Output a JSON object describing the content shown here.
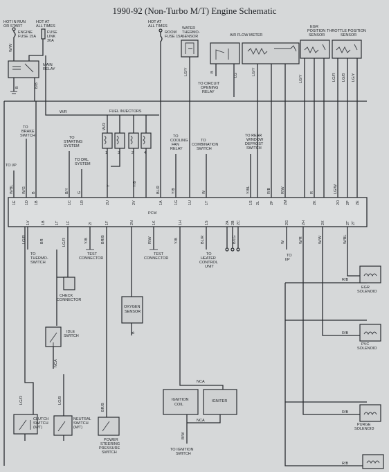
{
  "title": "1990-92  (Non-Turbo M/T) Engine Schematic",
  "top_labels": {
    "hot_run_start": [
      "HOT IN RUN",
      "OR START"
    ],
    "engine_fuse": [
      "ENGINE",
      "FUSE 15A"
    ],
    "hot_all_times_1": [
      "HOT AT",
      "ALL TIMES"
    ],
    "fuse_link": [
      "FUSE",
      "LINK",
      "30A"
    ],
    "hot_all_times_2": [
      "HOT AT",
      "ALL TIMES"
    ],
    "room_fuse": [
      "ROOM",
      "FUSE 15A"
    ],
    "water_thermo": [
      "WATER",
      "THERMO-",
      "SENSOR"
    ],
    "air_flow_meter": "AIR FLOW METER",
    "egr_position": [
      "EGR",
      "POSITION",
      "SENSOR"
    ],
    "throttle_position": [
      "THROTTLE POSITION",
      "SENSOR"
    ],
    "main_relay": [
      "MAIN",
      "RELAY"
    ],
    "to_circuit_opening": [
      "TO CIRCUIT",
      "OPENING",
      "RELAY"
    ],
    "fuel_injectors": "FUEL INJECTORS",
    "inj_nums": [
      "1",
      "3",
      "2",
      "4"
    ]
  },
  "mid_labels": {
    "to_brake": [
      "TO",
      "BRAKE",
      "SWITCH"
    ],
    "to_starting": [
      "TO",
      "STARTING",
      "SYSTEM"
    ],
    "to_drl": [
      "TO DRL",
      "SYSTEM"
    ],
    "to_ip_left": "TO I/P",
    "to_cooling": [
      "TO",
      "COOLING",
      "FAN",
      "RELAY"
    ],
    "to_combination": [
      "TO",
      "COMBINATION",
      "SWITCH"
    ],
    "to_rear": [
      "TO REAR",
      "WINDOW",
      "DEFROST",
      "SWITCH"
    ],
    "pcm": "PCM"
  },
  "bottom_labels": {
    "to_thermo": [
      "TO",
      "THERMO-",
      "SWITCH"
    ],
    "test1": [
      "TEST",
      "CONNECTOR"
    ],
    "test2": [
      "TEST",
      "CONNECTOR"
    ],
    "to_heater": [
      "TO",
      "HEATER",
      "CONTROL",
      "UNIT"
    ],
    "to_ip_right": [
      "TO",
      "I/P"
    ],
    "check": [
      "CHECK",
      "CONNECTOR"
    ],
    "oxygen": [
      "OXYGEN",
      "SENSOR"
    ],
    "idle": [
      "IDLE",
      "SWITCH"
    ],
    "nca1": "NCA",
    "nca2": "NCA",
    "nca3": "NCA",
    "ignition_coil": [
      "IGNITION",
      "COIL"
    ],
    "igniter": "IGNITER",
    "clutch": [
      "CLUTCH",
      "SWITCH",
      "(M/T)"
    ],
    "neutral": [
      "NEUTRAL",
      "SWITCH",
      "(M/T)"
    ],
    "power_steering": [
      "POWER",
      "STEERING",
      "PRESSURE",
      "SWITCH"
    ],
    "to_ignition": [
      "TO IGNITION",
      "SWITCH"
    ],
    "egr_sol": [
      "EGR",
      "SOLENOID"
    ],
    "pvc_sol": [
      "PVC",
      "SOLENOID"
    ],
    "purge_sol": [
      "PURGE",
      "SOLENOID"
    ]
  },
  "wire_codes": {
    "ww": "W/W",
    "wg": "W/G",
    "b": "B",
    "bb": "B/B",
    "wr": "W/R",
    "lgy": "LG/Y",
    "lgb": "LG/B",
    "lg": "LG",
    "lgr": "LG/R",
    "lgw": "LG/W",
    "by": "B/Y",
    "bl": "BL/R",
    "yb": "Y/B",
    "y": "Y",
    "rb": "R/B",
    "w": "W",
    "wbl": "W/BL",
    "r": "R",
    "rw": "R/W",
    "ybl": "Y/BL",
    "rlg": "R/B",
    "g": "G",
    "bw": "B/W",
    "lgr2": "LG/R",
    "brb": "BR/B",
    "br": "BR",
    "bo": "B/O",
    "ylg": "Y/B",
    "bg": "B/LG"
  },
  "pin_codes_top": [
    "1E",
    "1D",
    "1B",
    "1C",
    "1R",
    "2U",
    "2V",
    "1A",
    "1G",
    "1U",
    "1T",
    "1S",
    "2L",
    "2F",
    "2M",
    "2K",
    "2O",
    "2P",
    "2E"
  ],
  "pin_codes_bottom": [
    "1V",
    "1B",
    "1T",
    "1F",
    "2I",
    "1F",
    "2N",
    "1K",
    "1H",
    "1S",
    "2A",
    "2B",
    "2C",
    "2G",
    "2H",
    "2X",
    "2T",
    "2T"
  ]
}
